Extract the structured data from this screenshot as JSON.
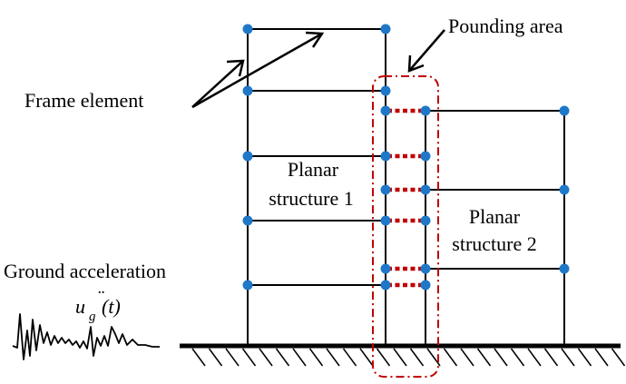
{
  "labels": {
    "frame_element": "Frame element",
    "pounding_area": "Pounding area",
    "structure1_line1": "Planar",
    "structure1_line2": "structure 1",
    "structure2_line1": "Planar",
    "structure2_line2": "structure 2",
    "ground_acceleration": "Ground acceleration",
    "ug_base": "u",
    "ug_sub": "g",
    "ug_dots": "¨",
    "ug_arg": "(t)"
  },
  "colors": {
    "node": "#1f77c8",
    "pounding_link": "#c00000",
    "pounding_boundary": "#c00000",
    "member": "#000000"
  },
  "structure_1": {
    "stories": 5,
    "bays": 1
  },
  "structure_2": {
    "stories": 3,
    "bays": 1
  },
  "pounding_links": 6
}
